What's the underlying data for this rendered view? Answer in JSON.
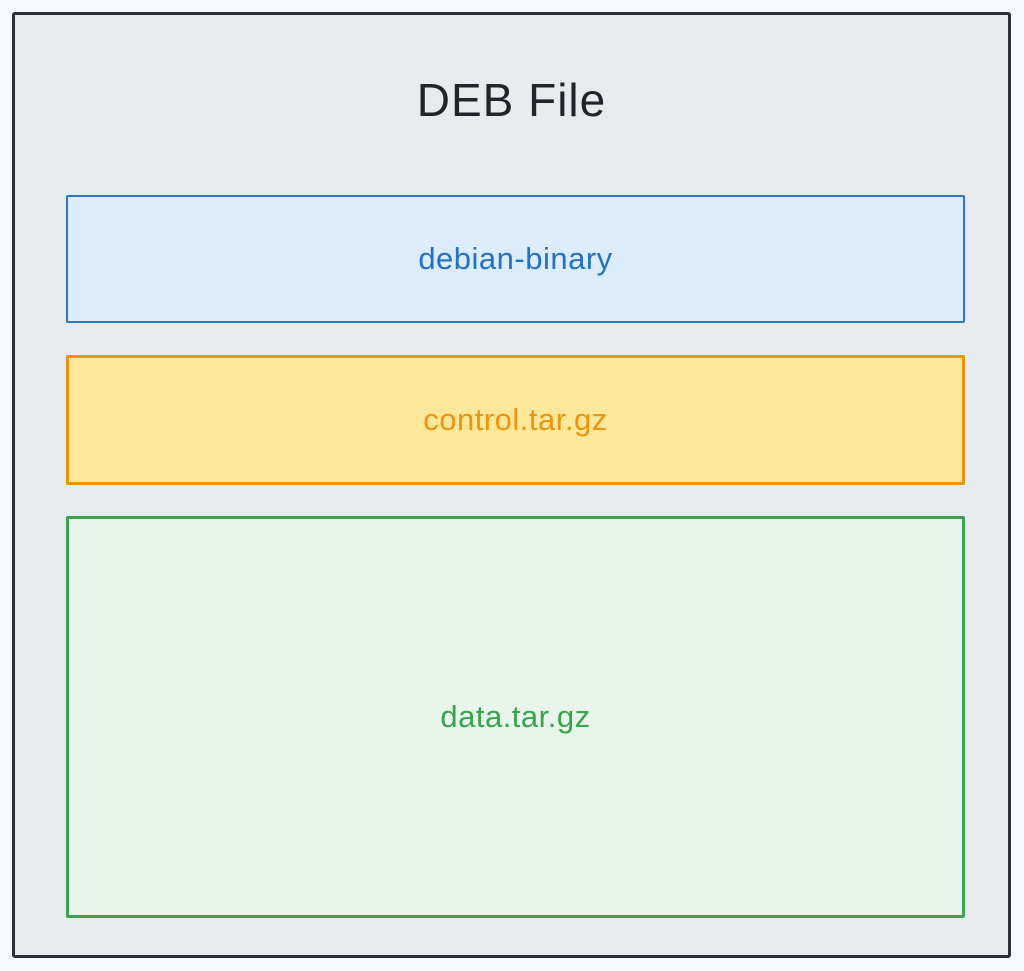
{
  "page": {
    "background": "#f5f9fd"
  },
  "diagram": {
    "title": "DEB File",
    "title_color": "#21252b",
    "container": {
      "fill": "#e8ebee",
      "border": "#2b3036"
    },
    "boxes": [
      {
        "id": "debian-binary",
        "label": "debian-binary",
        "fill": "#dcecfb",
        "border": "#2b78c8",
        "text_color": "#2273c4"
      },
      {
        "id": "control-tar-gz",
        "label": "control.tar.gz",
        "fill": "#fce898",
        "border": "#ec9409",
        "text_color": "#ef9310"
      },
      {
        "id": "data-tar-gz",
        "label": "data.tar.gz",
        "fill": "#e8f5eb",
        "border": "#3ca251",
        "text_color": "#3aa34d"
      }
    ]
  }
}
